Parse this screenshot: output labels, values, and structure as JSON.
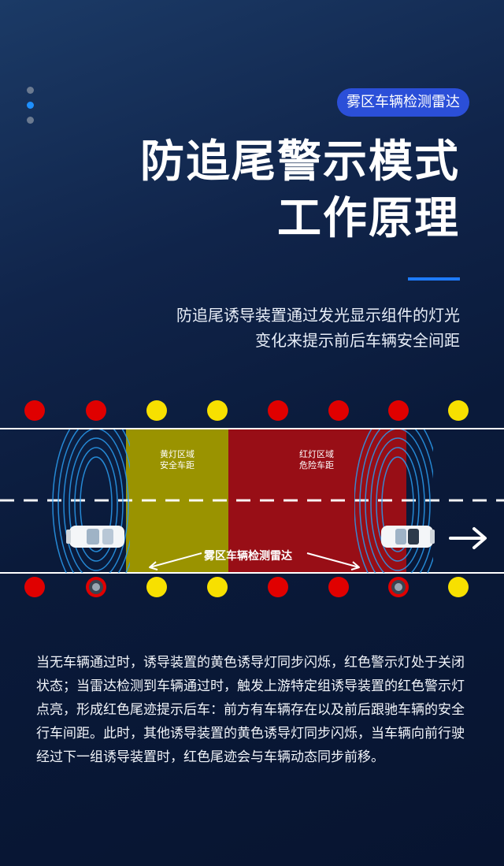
{
  "tag_label": "雾区车辆检测雷达",
  "title": {
    "line1": "防追尾警示模式",
    "line2": "工作原理"
  },
  "subtitle": {
    "line1": "防追尾诱导装置通过发光显示组件的灯光",
    "line2": "变化来提示前后车辆安全间距"
  },
  "diagram": {
    "yellow_zone": {
      "line1": "黄灯区域",
      "line2": "安全车距"
    },
    "red_zone": {
      "line1": "红灯区域",
      "line2": "危险车距"
    },
    "radar_label": "雾区车辆检测雷达",
    "colors": {
      "red": "#e00000",
      "yellow": "#f7e000",
      "yellow_zone": "#9a9300",
      "red_zone": "#980e16"
    }
  },
  "description": "当无车辆通过时，诱导装置的黄色诱导灯同步闪烁，红色警示灯处于关闭状态；当雷达检测到车辆通过时，触发上游特定组诱导装置的红色警示灯点亮，形成红色尾迹提示后车：前方有车辆存在以及前后跟驰车辆的安全行车间距。此时，其他诱导装置的黄色诱导灯同步闪烁，当车辆向前行驶经过下一组诱导装置时，红色尾迹会与车辆动态同步前移。"
}
